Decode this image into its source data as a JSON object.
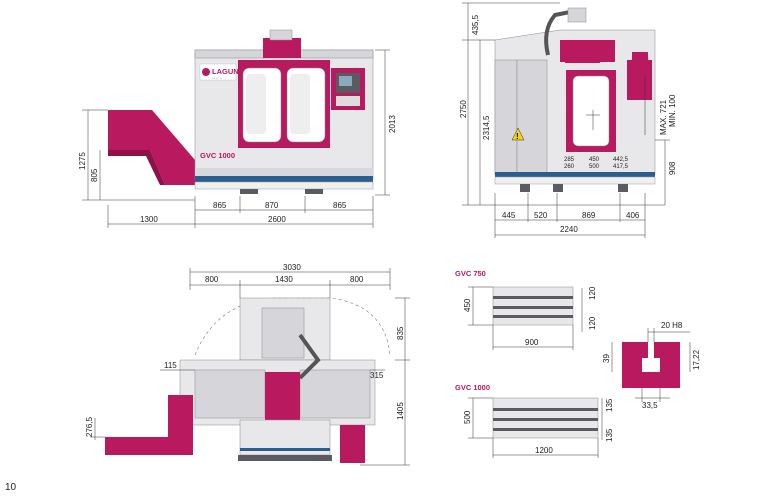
{
  "page_number": "10",
  "colors": {
    "magenta": "#b8195f",
    "blue": "#2c5d8f",
    "grey": "#e8e8ea"
  },
  "front_view": {
    "brand": "LAGUN",
    "model": "GVC 1000",
    "dims": {
      "h_total": "2013",
      "h_conveyor": "1275",
      "h_conveyor_low": "805",
      "w_conveyor": "1300",
      "w_left": "865",
      "w_mid": "870",
      "w_right": "865",
      "w_total": "2600"
    }
  },
  "side_view": {
    "dims": {
      "h_top": "435,5",
      "h_total": "2750",
      "h_main": "2314,5",
      "h_table": "908",
      "z_max": "MAX. 721",
      "z_min": "MIN. 100",
      "w1": "445",
      "w2": "520",
      "w3": "869",
      "w4": "406",
      "w_total": "2240",
      "t1a": "285",
      "t1b": "260",
      "t2a": "450",
      "t2b": "500",
      "t3a": "442,5",
      "t3b": "417,5"
    }
  },
  "top_view": {
    "dims": {
      "w_total": "3030",
      "w_left": "800",
      "w_mid": "1430",
      "w_right": "800",
      "d_top": "835",
      "d_total": "1405",
      "d_115": "115",
      "d_315": "315",
      "d_276": "276,5"
    }
  },
  "table_750": {
    "label": "GVC 750",
    "width": "450",
    "length": "900",
    "slot1": "120",
    "slot2": "120"
  },
  "table_1000": {
    "label": "GVC 1000",
    "width": "500",
    "length": "1200",
    "slot1": "135",
    "slot2": "135"
  },
  "tslot": {
    "width": "20  H8",
    "depth": "39",
    "bottom": "33,5",
    "neck": "17,22"
  }
}
